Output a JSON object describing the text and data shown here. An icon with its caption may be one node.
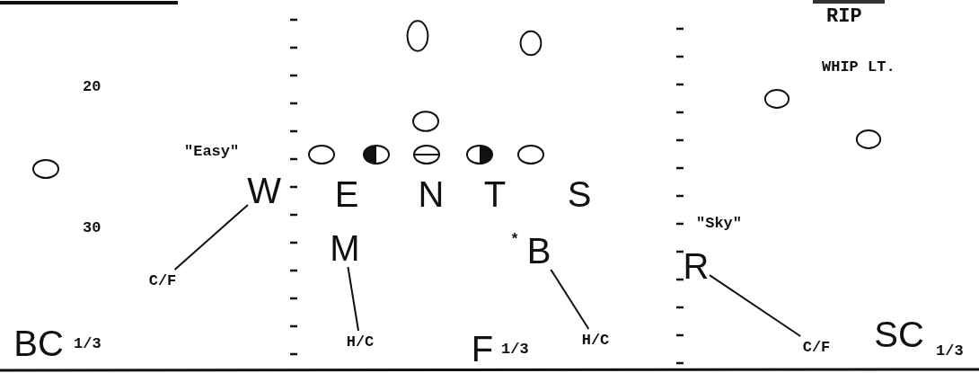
{
  "diagram": {
    "nodes": [
      {
        "text": [],
        "shape": "circle"
      },
      {
        "text": [],
        "shape": "circle"
      },
      {
        "text": [],
        "shape": "circle"
      },
      {
        "text": [],
        "shape": "circle"
      },
      {
        "text": [],
        "shape": "circle"
      },
      {
        "text": [],
        "shape": "circle"
      },
      {
        "text": [],
        "shape": "circle"
      },
      {
        "text": [],
        "shape": "circle"
      },
      {
        "text": [],
        "shape": "circle"
      },
      {
        "text": [],
        "shape": "circle"
      },
      {
        "text": [],
        "shape": "circle"
      },
      {
        "text": [
          "W"
        ]
      },
      {
        "text": [
          "E"
        ]
      },
      {
        "text": [
          "N"
        ]
      },
      {
        "text": [
          "T"
        ]
      },
      {
        "text": [
          "S"
        ]
      },
      {
        "text": [
          "M"
        ]
      },
      {
        "text": [
          "B"
        ],
        "beside": [
          "*"
        ]
      },
      {
        "text": [
          "R"
        ]
      },
      {
        "text": [
          "C/F"
        ]
      },
      {
        "text": [
          "H/C"
        ]
      },
      {
        "text": [
          "H/C"
        ]
      },
      {
        "text": [
          "C/F"
        ]
      },
      {
        "text": [
          "BC"
        ],
        "beside": [
          "1/3"
        ]
      },
      {
        "text": [
          "F"
        ],
        "beside": [
          "1/3"
        ]
      },
      {
        "text": [
          "SC"
        ],
        "beside": [
          "1/3"
        ]
      }
    ],
    "edges": [
      {
        "from": 11,
        "to": 19,
        "arrow": "none"
      },
      {
        "from": 16,
        "to": 20,
        "arrow": "none"
      },
      {
        "from": 17,
        "to": 21,
        "arrow": "none"
      },
      {
        "from": 18,
        "to": 22,
        "arrow": "none"
      }
    ],
    "labels": [
      "RIP",
      "WHIP LT.",
      "20",
      "\"Easy\"",
      "\"Sky\"",
      "30"
    ]
  }
}
